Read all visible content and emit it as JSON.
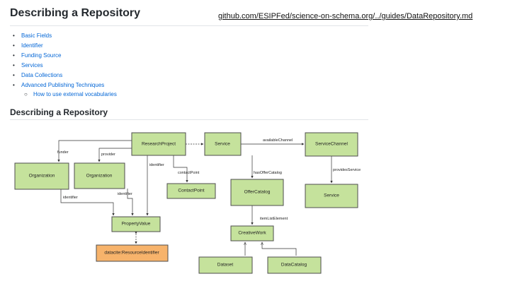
{
  "header": {
    "title": "Describing a Repository",
    "source_url": "github.com/ESIPFed/science-on-schema.org/../guides/DataRepository.md"
  },
  "toc": [
    {
      "label": "Basic Fields",
      "level": 1
    },
    {
      "label": "Identifier",
      "level": 1
    },
    {
      "label": "Funding Source",
      "level": 1
    },
    {
      "label": "Services",
      "level": 1
    },
    {
      "label": "Data Collections",
      "level": 1
    },
    {
      "label": "Advanced Publishing Techniques",
      "level": 1
    },
    {
      "label": "How to use external vocabularies",
      "level": 2
    }
  ],
  "section": {
    "title": "Describing a Repository"
  },
  "diagram": {
    "nodes": {
      "research_project": "ResearchProject",
      "service": "Service",
      "service_channel": "ServiceChannel",
      "organization_1": "Organization",
      "organization_2": "Organization",
      "contact_point": "ContactPoint",
      "offer_catalog": "OfferCatalog",
      "service_2": "Service",
      "property_value": "PropertyValue",
      "creative_work": "CreativeWork",
      "datacite_resource_identifier": "datacite:ResourceIdentifier",
      "dataset": "Dataset",
      "data_catalog": "DataCatalog"
    },
    "edges": {
      "funder": "funder",
      "provider": "provider",
      "identifier_rp": "identifier",
      "contact_point": "contactPoint",
      "available_channel": "availableChannel",
      "has_offer_catalog": "hasOfferCatalog",
      "provides_service": "providesService",
      "identifier_org1": "identifier",
      "identifier_org2": "identifier",
      "item_list_element": "itemListElement"
    }
  }
}
